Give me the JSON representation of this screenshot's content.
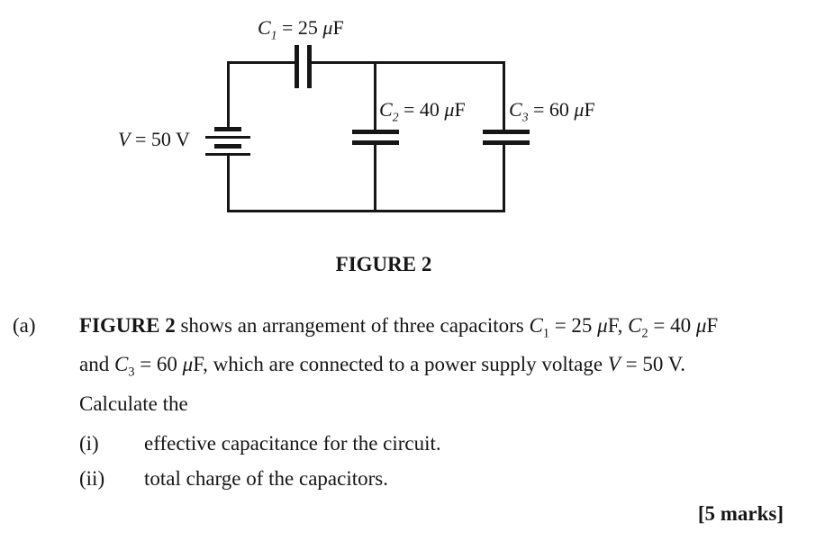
{
  "colors": {
    "ink": "#161616",
    "background": "#ffffff"
  },
  "figure": {
    "caption": "FIGURE 2",
    "labels": {
      "c1": {
        "sym": "C",
        "sub": "1",
        "val": " = 25 ",
        "mu": "μ",
        "unit": "F"
      },
      "c2": {
        "sym": "C",
        "sub": "2",
        "val": " = 40 ",
        "mu": "μ",
        "unit": "F"
      },
      "c3": {
        "sym": "C",
        "sub": "3",
        "val": " = 60 ",
        "mu": "μ",
        "unit": "F"
      },
      "v": {
        "sym": "V",
        "val": " = 50 V"
      }
    }
  },
  "problem": {
    "part_label": "(a)",
    "line1": {
      "bold": "FIGURE 2",
      "t1": " shows an arrangement of three capacitors ",
      "c1sym": "C",
      "c1sub": "1",
      "c1val": " = 25 ",
      "mu1": "μ",
      "f1": "F",
      "sep": ", ",
      "c2sym": "C",
      "c2sub": "2",
      "c2val": " = 40 ",
      "mu2": "μ",
      "f2": "F"
    },
    "line2": {
      "t1": "and ",
      "c3sym": "C",
      "c3sub": "3",
      "c3val": " = 60 ",
      "mu": "μ",
      "f": "F",
      "t2": ", which are connected to a power supply voltage ",
      "vsym": "V",
      "t3": " = 50 V."
    },
    "line3": "Calculate the",
    "items": [
      {
        "num": "(i)",
        "text": "effective capacitance for the circuit."
      },
      {
        "num": "(ii)",
        "text": "total charge of the capacitors."
      }
    ],
    "marks": "[5 marks]"
  }
}
